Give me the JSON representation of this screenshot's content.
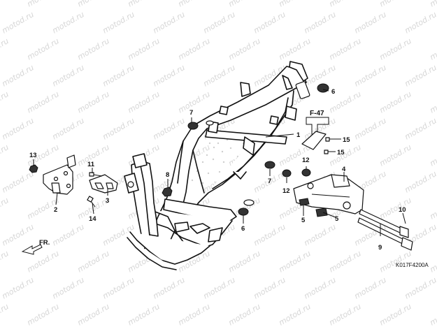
{
  "diagram": {
    "watermark_text": "motod.ru",
    "code": "K017F4200A",
    "ref_box": "F-47",
    "direction": "FR.",
    "callouts": [
      {
        "id": "c1",
        "label": "1"
      },
      {
        "id": "c2",
        "label": "2"
      },
      {
        "id": "c3",
        "label": "3"
      },
      {
        "id": "c4",
        "label": "4"
      },
      {
        "id": "c5a",
        "label": "5"
      },
      {
        "id": "c5b",
        "label": "5"
      },
      {
        "id": "c6a",
        "label": "6"
      },
      {
        "id": "c6b",
        "label": "6"
      },
      {
        "id": "c7a",
        "label": "7"
      },
      {
        "id": "c7b",
        "label": "7"
      },
      {
        "id": "c8",
        "label": "8"
      },
      {
        "id": "c9",
        "label": "9"
      },
      {
        "id": "c10",
        "label": "10"
      },
      {
        "id": "c11",
        "label": "11"
      },
      {
        "id": "c12a",
        "label": "12"
      },
      {
        "id": "c12b",
        "label": "12"
      },
      {
        "id": "c13",
        "label": "13"
      },
      {
        "id": "c14",
        "label": "14"
      },
      {
        "id": "c15a",
        "label": "15"
      },
      {
        "id": "c15b",
        "label": "15"
      }
    ]
  }
}
